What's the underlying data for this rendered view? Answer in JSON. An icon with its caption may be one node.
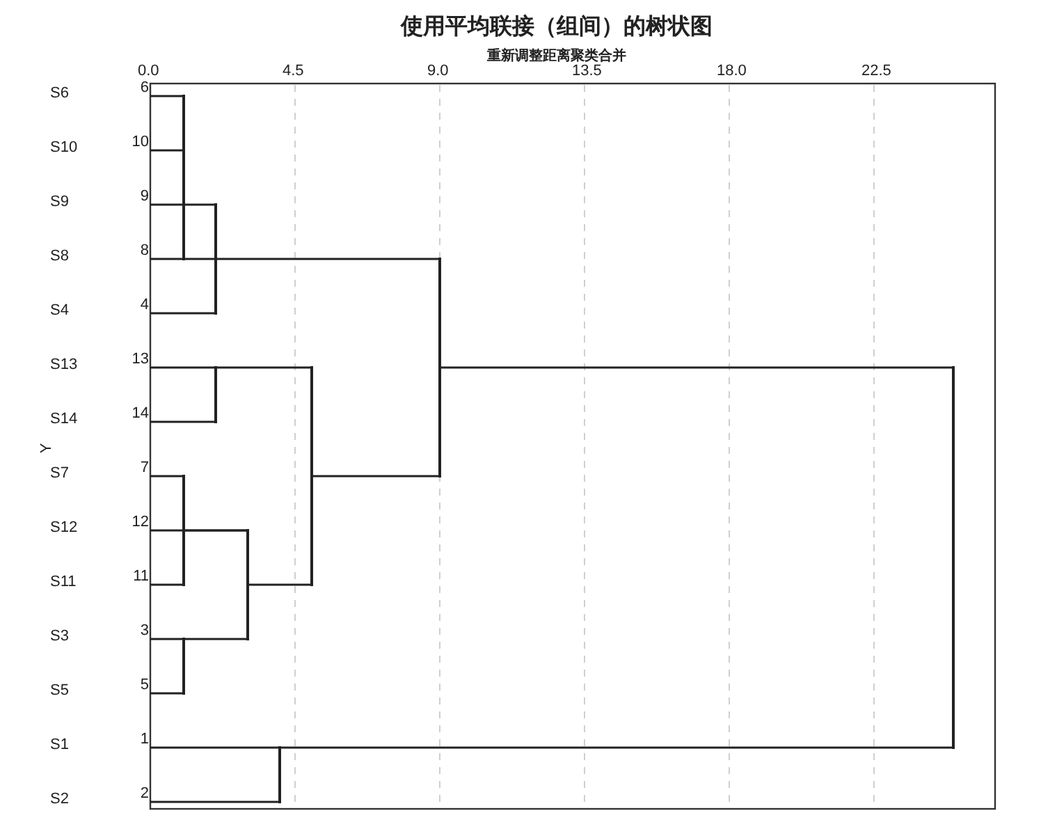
{
  "diagram": {
    "title": "使用平均联接（组间）的树状图",
    "nodes": [
      {
        "text": [
          "S6"
        ],
        "beside": [
          "6"
        ]
      },
      {
        "text": [
          "S10"
        ],
        "beside": [
          "10"
        ]
      },
      {
        "text": [
          "S9"
        ],
        "beside": [
          "9"
        ]
      },
      {
        "text": [
          "S8"
        ],
        "beside": [
          "8"
        ]
      },
      {
        "text": [
          "S4"
        ],
        "beside": [
          "4"
        ]
      },
      {
        "text": [
          "S13"
        ],
        "beside": [
          "13"
        ]
      },
      {
        "text": [
          "S14"
        ],
        "beside": [
          "14"
        ]
      },
      {
        "text": [
          "S7"
        ],
        "beside": [
          "7"
        ]
      },
      {
        "text": [
          "S12"
        ],
        "beside": [
          "12"
        ]
      },
      {
        "text": [
          "S11"
        ],
        "beside": [
          "11"
        ]
      },
      {
        "text": [
          "S3"
        ],
        "beside": [
          "3"
        ]
      },
      {
        "text": [
          "S5"
        ],
        "beside": [
          "5"
        ]
      },
      {
        "text": [
          "S1"
        ],
        "beside": [
          "1"
        ]
      },
      {
        "text": [
          "S2"
        ],
        "beside": [
          "2"
        ]
      },
      {
        "text": [],
        "shape": "bar"
      },
      {
        "text": [],
        "shape": "bar"
      },
      {
        "text": [],
        "shape": "bar"
      },
      {
        "text": [],
        "shape": "bar"
      },
      {
        "text": [],
        "shape": "bar"
      },
      {
        "text": [],
        "shape": "bar"
      },
      {
        "text": [],
        "shape": "bar"
      },
      {
        "text": [],
        "shape": "bar"
      },
      {
        "text": [],
        "shape": "bar"
      },
      {
        "text": [],
        "shape": "bar"
      }
    ],
    "edges": [
      {
        "from": 0,
        "to": 14,
        "arrow": "none"
      },
      {
        "from": 1,
        "to": 14,
        "arrow": "none"
      },
      {
        "from": 3,
        "to": 14,
        "arrow": "none"
      },
      {
        "from": 2,
        "to": 15,
        "arrow": "none"
      },
      {
        "from": 4,
        "to": 15,
        "arrow": "none"
      },
      {
        "from": 14,
        "to": 15,
        "arrow": "none"
      },
      {
        "from": 5,
        "to": 16,
        "arrow": "none"
      },
      {
        "from": 6,
        "to": 16,
        "arrow": "none"
      },
      {
        "from": 7,
        "to": 17,
        "arrow": "none"
      },
      {
        "from": 9,
        "to": 17,
        "arrow": "none"
      },
      {
        "from": 8,
        "to": 18,
        "arrow": "none"
      },
      {
        "from": 17,
        "to": 18,
        "arrow": "none"
      },
      {
        "from": 10,
        "to": 19,
        "arrow": "none"
      },
      {
        "from": 11,
        "to": 19,
        "arrow": "none"
      },
      {
        "from": 19,
        "to": 18,
        "arrow": "none"
      },
      {
        "from": 16,
        "to": 20,
        "arrow": "none"
      },
      {
        "from": 18,
        "to": 20,
        "arrow": "none"
      },
      {
        "from": 15,
        "to": 21,
        "arrow": "none"
      },
      {
        "from": 20,
        "to": 21,
        "arrow": "none"
      },
      {
        "from": 12,
        "to": 22,
        "arrow": "none"
      },
      {
        "from": 13,
        "to": 22,
        "arrow": "none"
      },
      {
        "from": 21,
        "to": 23,
        "arrow": "none"
      },
      {
        "from": 22,
        "to": 23,
        "arrow": "none"
      }
    ],
    "labels": [
      "重新调整距离聚类合并",
      "0.0",
      "4.5",
      "9.0",
      "13.5",
      "18.0",
      "22.5",
      "Y"
    ]
  }
}
